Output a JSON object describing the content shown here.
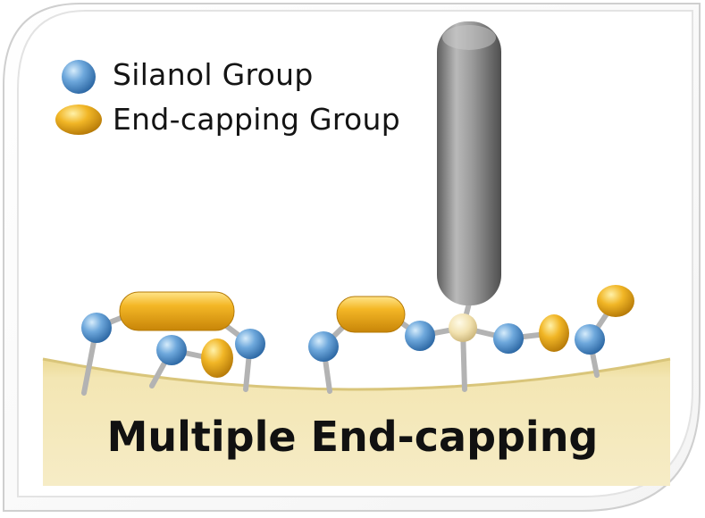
{
  "legend": {
    "silanol_label": "Silanol Group",
    "endcap_label": "End-capping Group"
  },
  "title": "Multiple End-capping",
  "colors": {
    "silanol": "#5a97d0",
    "endcap": "#e8a91c",
    "linker": "#f2e2b0",
    "bond": "#b3b3b3",
    "rod": "#8c8c8c",
    "surface": "#f1e2a6"
  }
}
